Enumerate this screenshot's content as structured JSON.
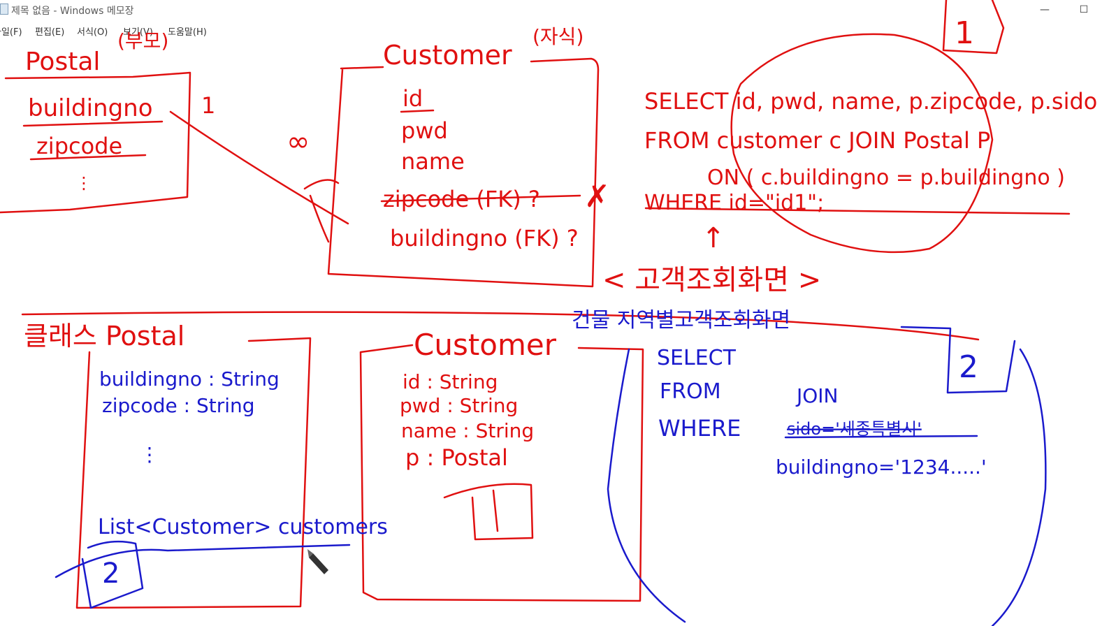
{
  "window": {
    "title": "제목 없음 - Windows 메모장",
    "minimize_glyph": "—",
    "maximize_glyph": "☐"
  },
  "menu": [
    "파일(F)",
    "편집(E)",
    "서식(O)",
    "보기(V)",
    "도움말(H)"
  ],
  "colors": {
    "red_ink": "#e01010",
    "blue_ink": "#1a1acc"
  },
  "erd": {
    "postal": {
      "title": "Postal",
      "role": "(부모)",
      "fields": [
        "buildingno",
        "zipcode"
      ],
      "ellipsis": "⋮",
      "cardinality": "1"
    },
    "customer": {
      "title": "Customer",
      "role": "(자식)",
      "fields": [
        "id",
        "pwd",
        "name",
        "zipcode (FK) ?",
        "buildingno (FK) ?"
      ],
      "cross": "✗",
      "cardinality": "∞"
    }
  },
  "query1": {
    "line1": "SELECT id, pwd, name, p.zipcode, p.sido",
    "line2": "FROM customer c JOIN Postal P",
    "line3": "ON ( c.buildingno = p.buildingno )",
    "line4": "WHERE id=\"id1\";",
    "badge": "1",
    "caption": "< 고객조회화면 >",
    "arrow": "↑"
  },
  "classes": {
    "postal": {
      "label": "클래스 Postal",
      "fields": [
        "buildingno : String",
        "zipcode : String"
      ],
      "ellipsis": "⋮",
      "list_field": "List<Customer> customers",
      "badge": "2"
    },
    "customer": {
      "title": "Customer",
      "fields": [
        "id : String",
        "pwd : String",
        "name : String",
        "p : Postal"
      ],
      "badge": "1"
    }
  },
  "query2": {
    "caption": "건물 지역별고객조회화면",
    "select": "SELECT",
    "from": "FROM",
    "join": "JOIN",
    "where": "WHERE",
    "struck": "sido='세종특별시'",
    "condition": "buildingno='1234.....'",
    "badge": "2"
  }
}
